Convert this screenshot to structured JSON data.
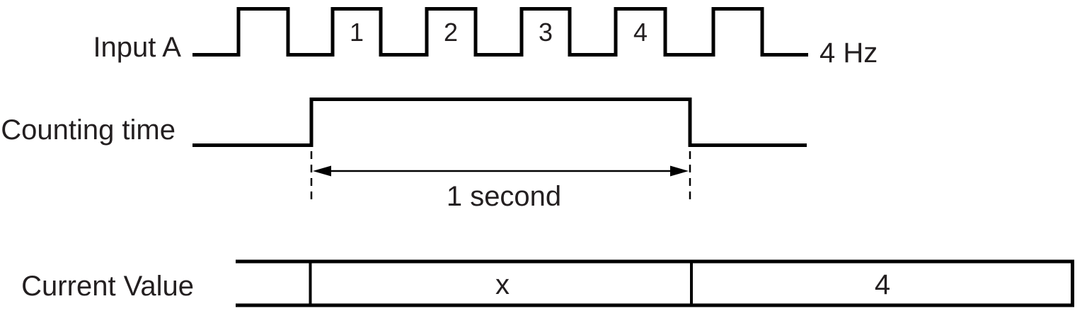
{
  "diagram": {
    "background_color": "#ffffff",
    "line_color": "#000000",
    "text_color": "#231f20"
  },
  "input_a": {
    "label": "Input A",
    "frequency_label": "4 Hz",
    "pulse_labels": [
      "1",
      "2",
      "3",
      "4"
    ]
  },
  "counting_time": {
    "label": "Counting time",
    "duration_label": "1 second"
  },
  "current_value": {
    "label": "Current Value",
    "cells": [
      "",
      "x",
      "4"
    ]
  }
}
